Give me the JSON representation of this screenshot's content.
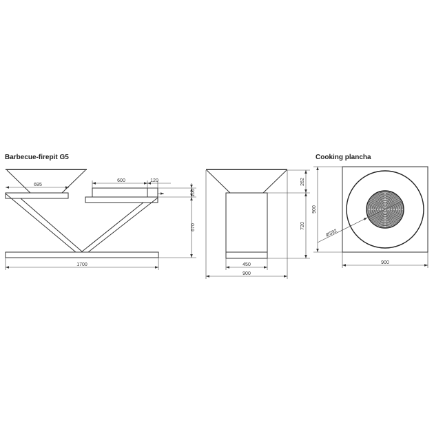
{
  "titles": {
    "left": "Barbecue-firepit G5",
    "right": "Cooking plancha"
  },
  "side_view": {
    "dims": {
      "bowl_width": "695",
      "chimney_length": "600",
      "chimney_tip": "120",
      "plate_height": "100",
      "leg_height": "670",
      "base_length": "1700"
    }
  },
  "front_view": {
    "dims": {
      "bowl_height": "262",
      "body_height": "720",
      "body_width": "450",
      "total_width": "900"
    }
  },
  "plancha_view": {
    "dims": {
      "height": "900",
      "width": "900",
      "grill_diameter": "Ø392"
    }
  }
}
